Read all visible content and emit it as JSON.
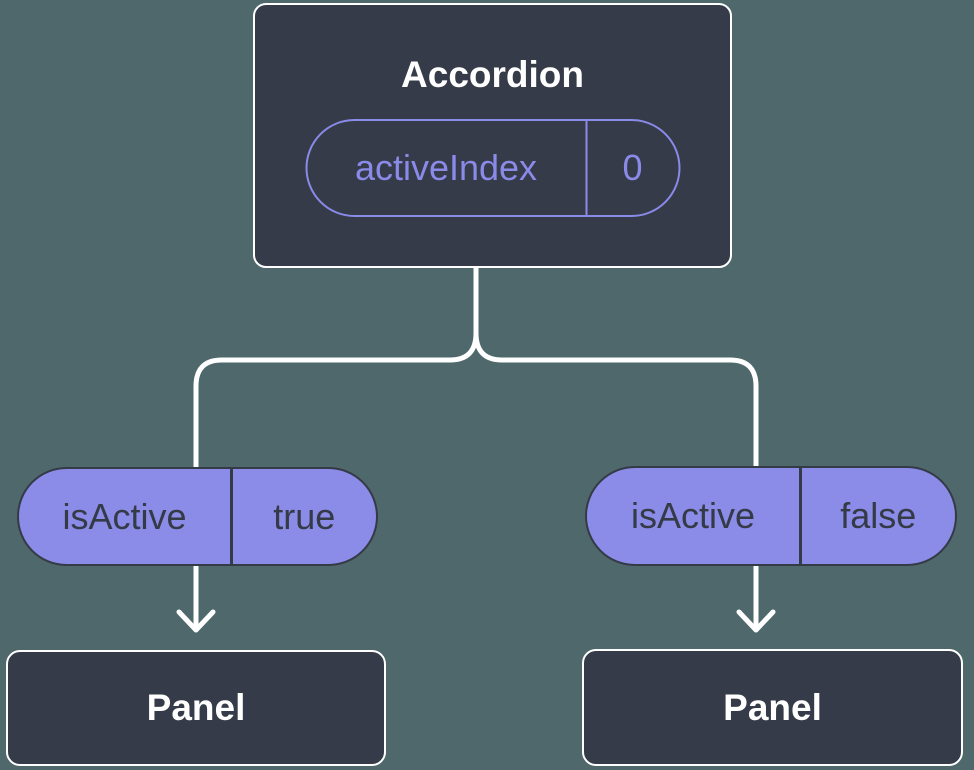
{
  "colors": {
    "background": "#4E686C",
    "node_fill": "#353B48",
    "node_border": "#FFFFFF",
    "pill_fill": "#8B8BE8",
    "accent_purple": "#8A8AE9",
    "dark_text": "#343A46",
    "connector": "#FFFFFF"
  },
  "accordion": {
    "title": "Accordion",
    "state_pill": {
      "name": "activeIndex",
      "value": "0"
    }
  },
  "children": [
    {
      "prop_pill": {
        "name": "isActive",
        "value": "true"
      },
      "component": {
        "title": "Panel"
      }
    },
    {
      "prop_pill": {
        "name": "isActive",
        "value": "false"
      },
      "component": {
        "title": "Panel"
      }
    }
  ]
}
